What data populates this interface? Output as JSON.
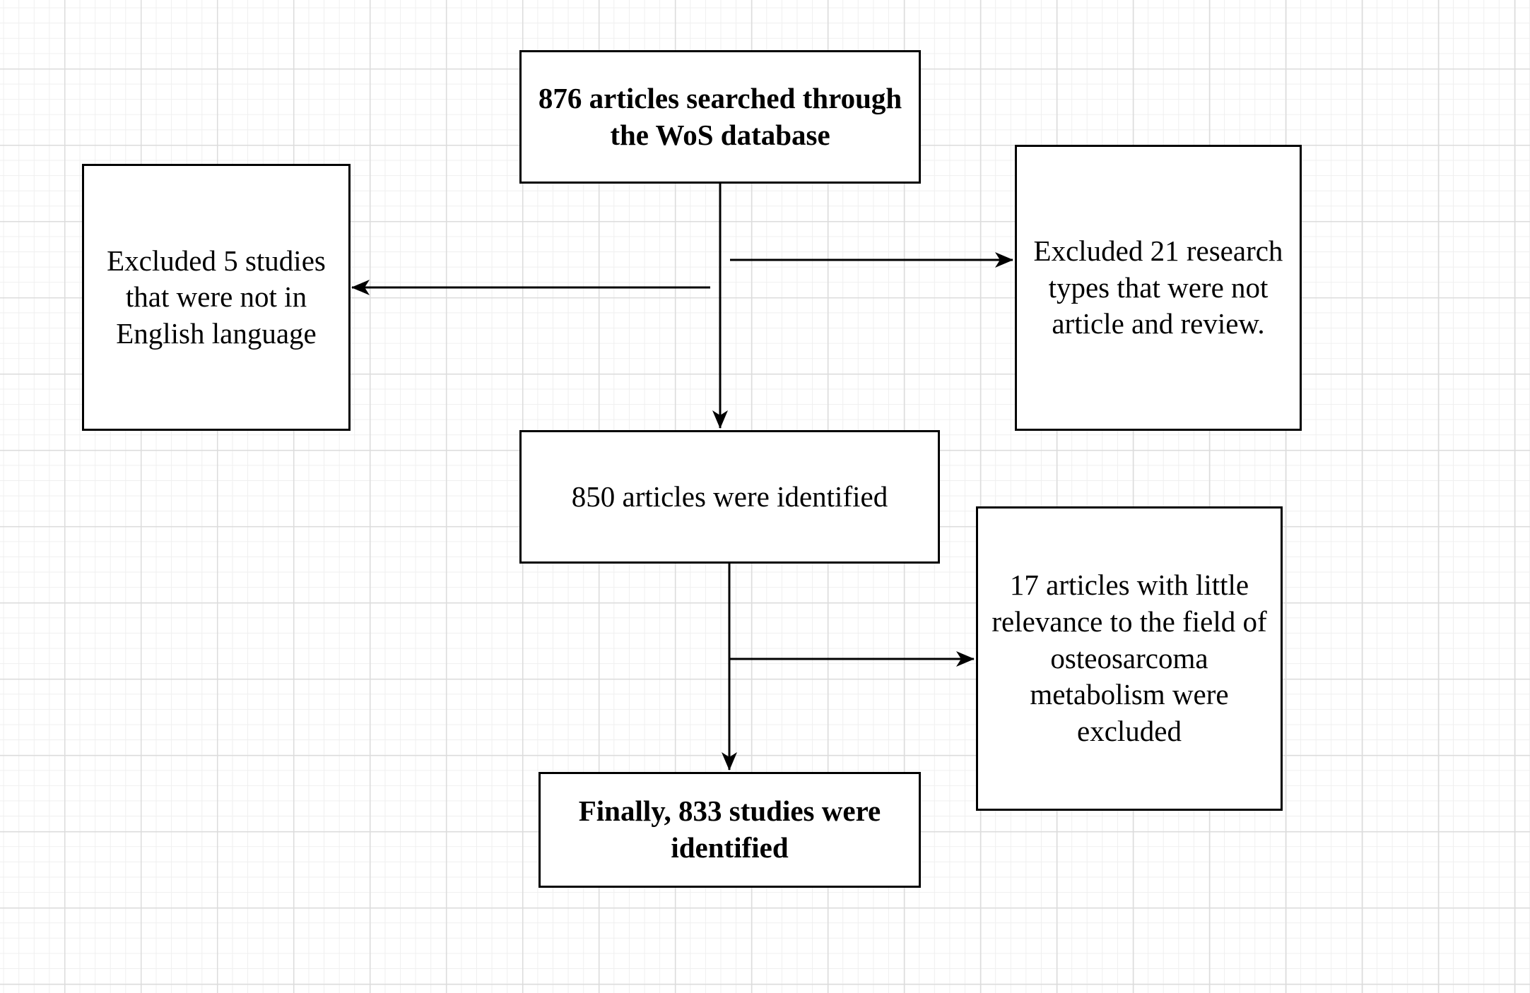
{
  "diagram": {
    "nodes": {
      "search": {
        "text": "876 articles searched through the WoS database"
      },
      "excluded_language": {
        "text": "Excluded 5 studies that were not in English language"
      },
      "excluded_types": {
        "text": "Excluded 21 research types that were not article and review."
      },
      "identified": {
        "text": "850 articles were identified"
      },
      "excluded_relevance": {
        "text": "17 articles with little relevance to the field of osteosarcoma metabolism were excluded"
      },
      "final": {
        "text": "Finally, 833 studies were identified"
      }
    },
    "edges": [
      {
        "from": "search",
        "to": "identified"
      },
      {
        "from": "search",
        "to": "excluded_language"
      },
      {
        "from": "search",
        "to": "excluded_types"
      },
      {
        "from": "identified",
        "to": "final"
      },
      {
        "from": "identified",
        "to": "excluded_relevance"
      }
    ]
  }
}
